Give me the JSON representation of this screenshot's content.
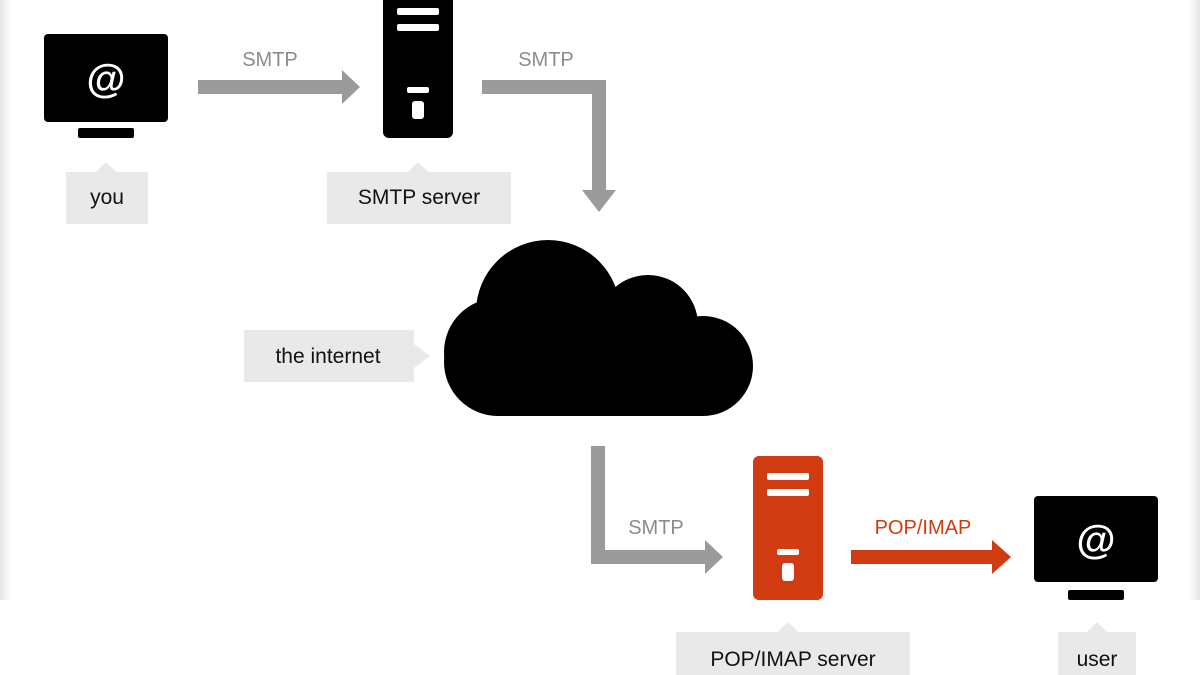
{
  "colors": {
    "black": "#000000",
    "gray_arrow": "#9b9b9b",
    "label_bg": "#e9e9e9",
    "accent": "#d13b12",
    "protocol_gray": "#8c8c8c"
  },
  "nodes": {
    "you": {
      "label": "you",
      "icon": "monitor-icon",
      "glyph": "@"
    },
    "smtp_server": {
      "label": "SMTP server",
      "icon": "server-icon"
    },
    "internet": {
      "label": "the internet",
      "icon": "cloud-icon"
    },
    "pop_imap_server": {
      "label": "POP/IMAP server",
      "icon": "server-icon"
    },
    "user": {
      "label": "user",
      "icon": "monitor-icon",
      "glyph": "@"
    }
  },
  "edges": {
    "you_to_smtp": {
      "label": "SMTP"
    },
    "smtp_to_internet": {
      "label": "SMTP"
    },
    "internet_to_pop": {
      "label": "SMTP"
    },
    "pop_to_user": {
      "label": "POP/IMAP"
    }
  }
}
